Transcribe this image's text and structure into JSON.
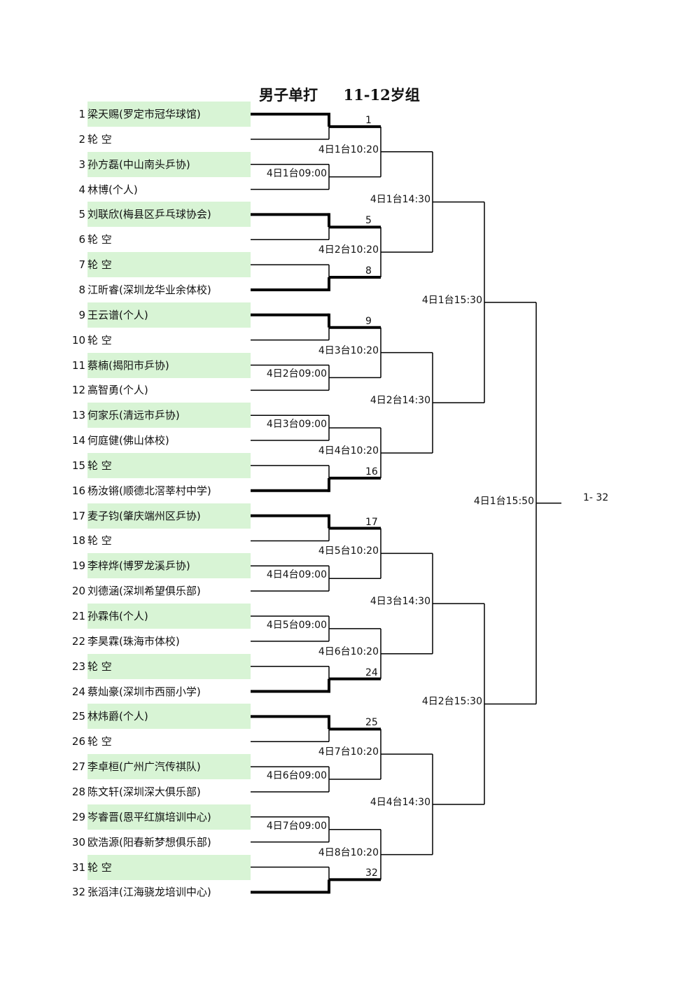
{
  "title": "男子单打     11-12岁组",
  "highlight_color": "#d8f4d5",
  "players": [
    {
      "num": "1",
      "name": "梁天赐(罗定市冠华球馆)",
      "highlight": true
    },
    {
      "num": "2",
      "name": "轮  空",
      "highlight": false
    },
    {
      "num": "3",
      "name": "孙方磊(中山南头乒协)",
      "highlight": true
    },
    {
      "num": "4",
      "name": "林博(个人)",
      "highlight": false
    },
    {
      "num": "5",
      "name": "刘联欣(梅县区乒乓球协会)",
      "highlight": true
    },
    {
      "num": "6",
      "name": "轮  空",
      "highlight": false
    },
    {
      "num": "7",
      "name": "轮  空",
      "highlight": true
    },
    {
      "num": "8",
      "name": "江昕睿(深圳龙华业余体校)",
      "highlight": false
    },
    {
      "num": "9",
      "name": "王云谱(个人)",
      "highlight": true
    },
    {
      "num": "10",
      "name": "轮  空",
      "highlight": false
    },
    {
      "num": "11",
      "name": "蔡楠(揭阳市乒协)",
      "highlight": true
    },
    {
      "num": "12",
      "name": "高智勇(个人)",
      "highlight": false
    },
    {
      "num": "13",
      "name": "何家乐(清远市乒协)",
      "highlight": true
    },
    {
      "num": "14",
      "name": "何庭健(佛山体校)",
      "highlight": false
    },
    {
      "num": "15",
      "name": "轮  空",
      "highlight": true
    },
    {
      "num": "16",
      "name": "杨汝锵(顺德北滘莘村中学)",
      "highlight": false
    },
    {
      "num": "17",
      "name": "麦子钧(肇庆端州区乒协)",
      "highlight": true
    },
    {
      "num": "18",
      "name": "轮  空",
      "highlight": false
    },
    {
      "num": "19",
      "name": "李梓烨(博罗龙溪乒协)",
      "highlight": true
    },
    {
      "num": "20",
      "name": "刘德涵(深圳希望俱乐部)",
      "highlight": false
    },
    {
      "num": "21",
      "name": "孙霖伟(个人)",
      "highlight": true
    },
    {
      "num": "22",
      "name": "李昊霖(珠海市体校)",
      "highlight": false
    },
    {
      "num": "23",
      "name": "轮  空",
      "highlight": true
    },
    {
      "num": "24",
      "name": "蔡灿豪(深圳市西丽小学)",
      "highlight": false
    },
    {
      "num": "25",
      "name": "林炜爵(个人)",
      "highlight": true
    },
    {
      "num": "26",
      "name": "轮  空",
      "highlight": false
    },
    {
      "num": "27",
      "name": "李卓桓(广州广汽传祺队)",
      "highlight": true
    },
    {
      "num": "28",
      "name": "陈文轩(深圳深大俱乐部)",
      "highlight": false
    },
    {
      "num": "29",
      "name": "岑睿晋(恩平红旗培训中心)",
      "highlight": true
    },
    {
      "num": "30",
      "name": "欧浩源(阳春新梦想俱乐部)",
      "highlight": false
    },
    {
      "num": "31",
      "name": "轮  空",
      "highlight": true
    },
    {
      "num": "32",
      "name": "张滔沣(江海骁龙培训中心)",
      "highlight": false
    }
  ],
  "round1": [
    {
      "label": "",
      "winner": "1"
    },
    {
      "label": "4日1台09:00",
      "winner": ""
    },
    {
      "label": "",
      "winner": "5"
    },
    {
      "label": "",
      "winner": "8"
    },
    {
      "label": "",
      "winner": "9"
    },
    {
      "label": "4日2台09:00",
      "winner": ""
    },
    {
      "label": "4日3台09:00",
      "winner": ""
    },
    {
      "label": "",
      "winner": "16"
    },
    {
      "label": "",
      "winner": "17"
    },
    {
      "label": "4日4台09:00",
      "winner": ""
    },
    {
      "label": "4日5台09:00",
      "winner": ""
    },
    {
      "label": "",
      "winner": "24"
    },
    {
      "label": "",
      "winner": "25"
    },
    {
      "label": "4日6台09:00",
      "winner": ""
    },
    {
      "label": "4日7台09:00",
      "winner": ""
    },
    {
      "label": "",
      "winner": "32"
    }
  ],
  "round2": [
    "4日1台10:20",
    "4日2台10:20",
    "4日3台10:20",
    "4日4台10:20",
    "4日5台10:20",
    "4日6台10:20",
    "4日7台10:20",
    "4日8台10:20"
  ],
  "round3": [
    "4日1台14:30",
    "4日2台14:30",
    "4日3台14:30",
    "4日4台14:30"
  ],
  "round4": [
    "4日1台15:30",
    "4日2台15:30"
  ],
  "round5": [
    "4日1台15:50"
  ],
  "final_label": "1- 32"
}
